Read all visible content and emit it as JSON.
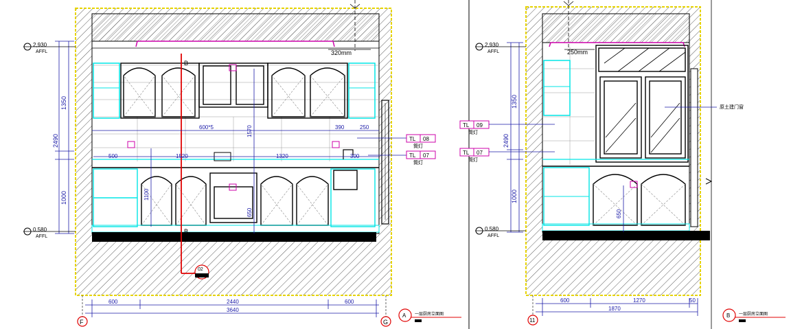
{
  "elevation_a": {
    "levels": {
      "top_value": "2,930",
      "top_unit": "AFFL",
      "bottom_value": "0.580",
      "bottom_unit": "AFFL"
    },
    "dims_vertical": [
      "1350",
      "2490",
      "1000",
      "1100",
      "1570",
      "650"
    ],
    "dims_horizontal_upper": [
      "600*5",
      "390",
      "250"
    ],
    "dims_horizontal_counter": [
      "500",
      "1520",
      "1320",
      "300"
    ],
    "dims_bottom": [
      "600",
      "2440",
      "600"
    ],
    "dims_total": "3640",
    "note_top": "320mm",
    "section_mark": "B",
    "section_mark_bottom": "B",
    "section_circle": "02",
    "tags": [
      {
        "code": "TL",
        "num": "08",
        "sub": "筒灯"
      },
      {
        "code": "TL",
        "num": "07",
        "sub": "筒灯"
      }
    ],
    "axis_left": "F",
    "axis_right": "G",
    "title_letter": "A",
    "title_text": "一层厨房立面图"
  },
  "elevation_b": {
    "levels": {
      "top_value": "2,930",
      "top_unit": "AFFL",
      "bottom_value": "0.580",
      "bottom_unit": "AFFL"
    },
    "dims_vertical": [
      "1350",
      "2490",
      "1000",
      "650"
    ],
    "note_top": "250mm",
    "door_note": "原土建门窗",
    "tags": [
      {
        "code": "TL",
        "num": "09",
        "sub": "筒灯"
      },
      {
        "code": "TL",
        "num": "07",
        "sub": "筒灯"
      }
    ],
    "dims_bottom": [
      "600",
      "1270",
      "50"
    ],
    "dims_total": "1870",
    "axis_left": "11",
    "title_letter": "B",
    "title_text": "一层厨房立面图"
  },
  "colors": {
    "wall_outline": "#e6d300",
    "cabinet": "#00e5e5",
    "dimension": "#1a1aa8",
    "tag": "#cc00aa",
    "red": "#e00000",
    "black": "#000000"
  }
}
